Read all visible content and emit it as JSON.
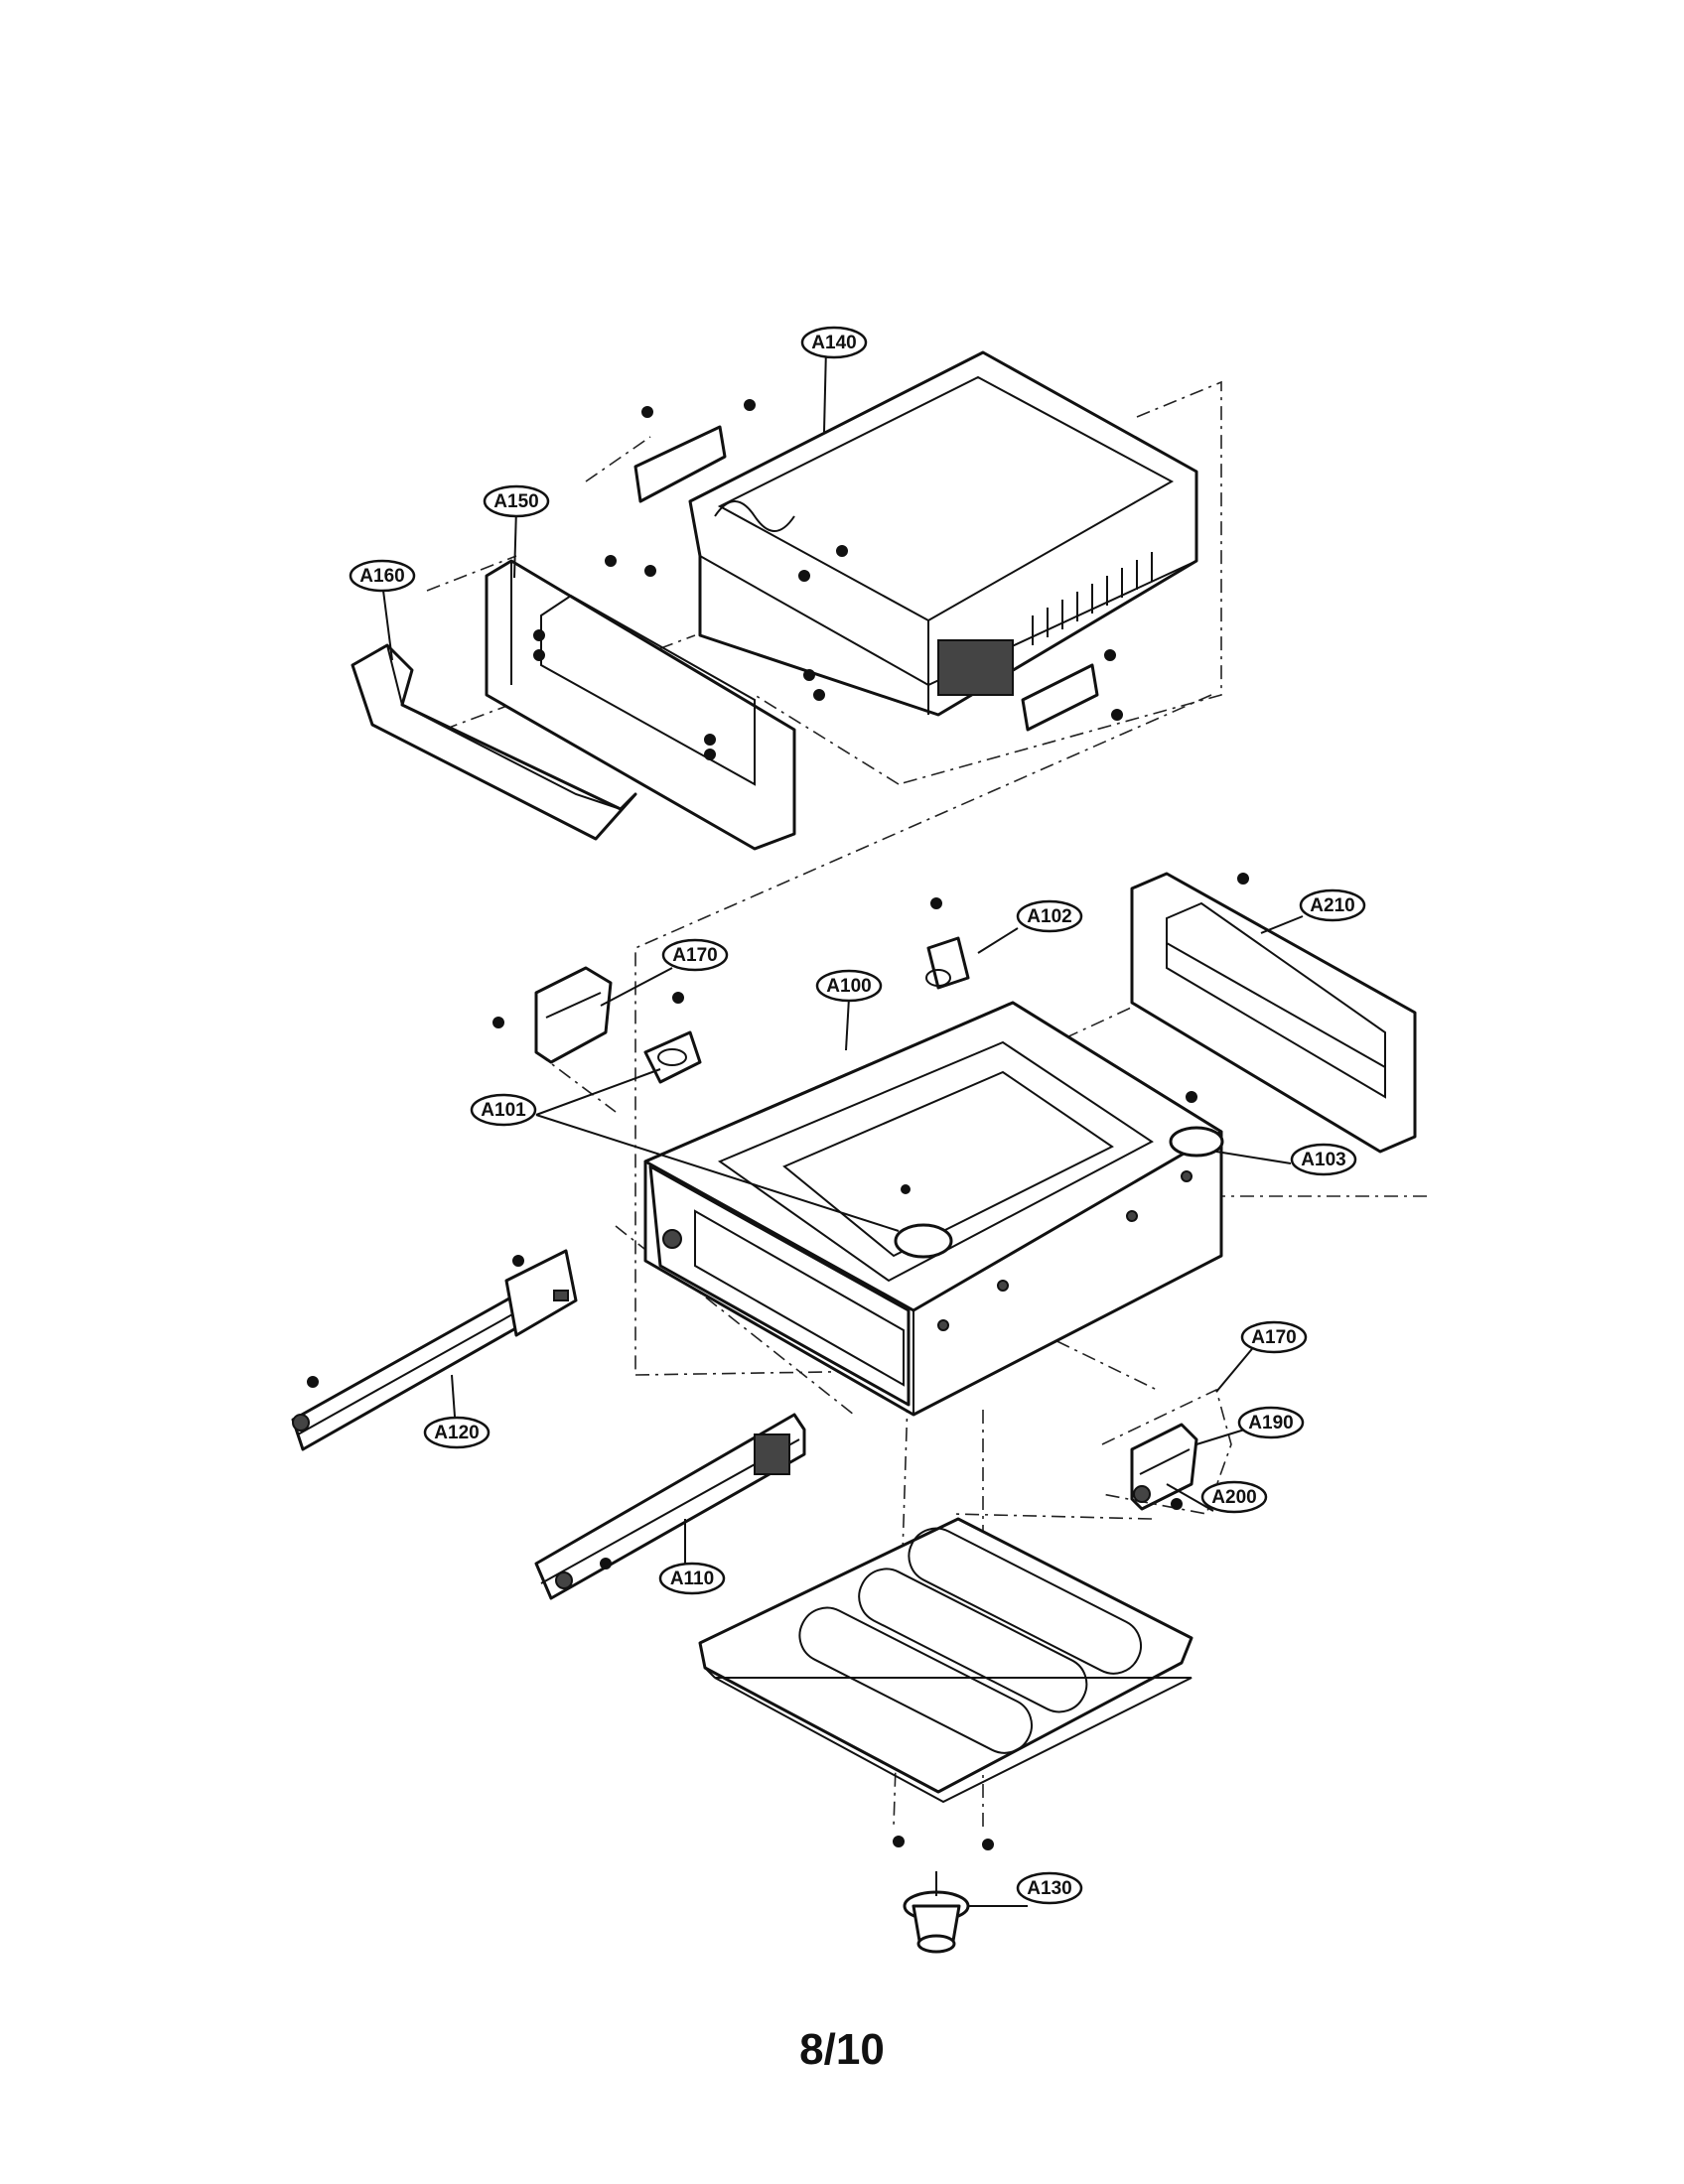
{
  "page": {
    "number": "8/10"
  },
  "callouts": {
    "a100": "A100",
    "a101": "A101",
    "a102": "A102",
    "a103": "A103",
    "a110": "A110",
    "a120": "A120",
    "a130": "A130",
    "a140": "A140",
    "a150": "A150",
    "a160": "A160",
    "a170_top": "A170",
    "a170_right": "A170",
    "a190": "A190",
    "a200": "A200",
    "a210": "A210"
  }
}
